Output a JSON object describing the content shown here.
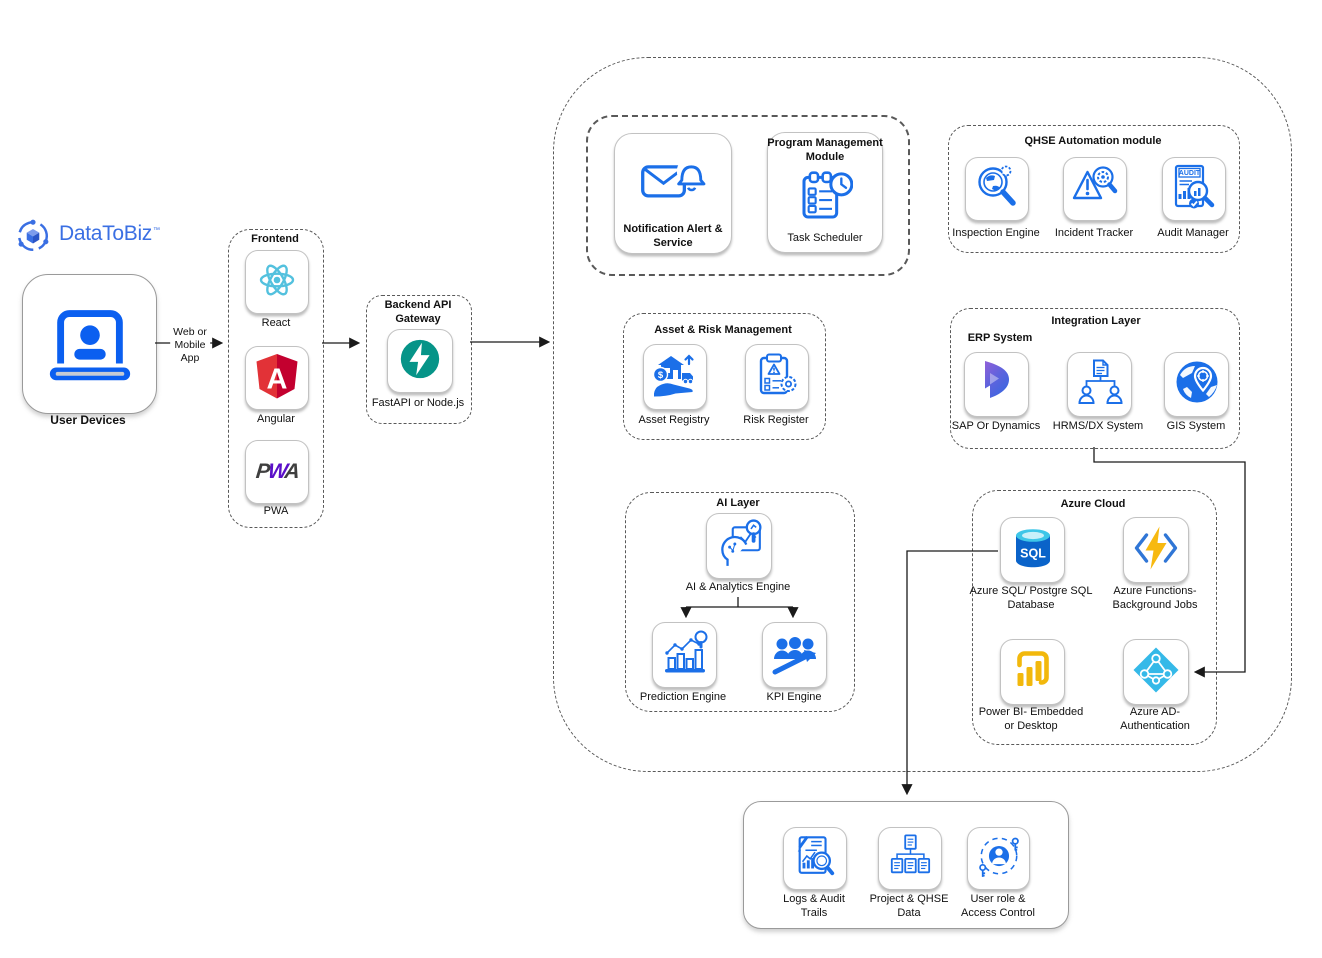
{
  "logo": {
    "brand": "DataToBiz",
    "tm": "™",
    "color": "#3a6fe3"
  },
  "user_devices": {
    "label": "User Devices",
    "icon": "laptop-user-icon",
    "color": "#0b5ff0"
  },
  "edges": {
    "user_to_frontend_label": "Web or\nMobile\nApp"
  },
  "frontend": {
    "title": "Frontend",
    "items": [
      {
        "label": "React",
        "icon": "react-icon",
        "color": "#53c1de"
      },
      {
        "label": "Angular",
        "icon": "angular-icon",
        "letter": "A",
        "color": "#dd1b16"
      },
      {
        "label": "PWA",
        "icon": "pwa-icon",
        "p": "P",
        "w": "W",
        "a": "A",
        "color": "#5a0fc8"
      }
    ]
  },
  "backend": {
    "title": "Backend API\nGateway",
    "caption": "FastAPI or Node.js",
    "icon": "lightning-bolt-icon",
    "color": "#069488"
  },
  "platform": {
    "notification": {
      "caption": "Notification Alert &\nService",
      "icon": "mail-bell-icon"
    },
    "program": {
      "title": "Program Management\nModule",
      "caption": "Task Scheduler",
      "icon": "task-scheduler-icon"
    },
    "qhse": {
      "title": "QHSE Automation module",
      "audit_icon_text": "AUDIT",
      "items": [
        {
          "label": "Inspection Engine",
          "icon": "globe-magnifier-icon"
        },
        {
          "label": "Incident Tracker",
          "icon": "warning-gear-magnifier-icon"
        },
        {
          "label": "Audit Manager",
          "icon": "audit-document-icon"
        }
      ]
    },
    "asset_risk": {
      "title": "Asset & Risk Management",
      "dollar_sign": "$",
      "items": [
        {
          "label": "Asset Registry",
          "icon": "hand-assets-icon"
        },
        {
          "label": "Risk Register",
          "icon": "risk-clipboard-icon"
        }
      ]
    },
    "integration": {
      "title": "Integration Layer",
      "subtitle": "ERP System",
      "items": [
        {
          "label": "SAP Or Dynamics",
          "icon": "dynamics365-icon"
        },
        {
          "label": "HRMS/DX System",
          "icon": "org-document-icon"
        },
        {
          "label": "GIS System",
          "icon": "globe-pin-icon"
        }
      ]
    },
    "ai": {
      "title": "AI Layer",
      "engine_label": "AI & Analytics Engine",
      "engine_icon": "head-analytics-icon",
      "items": [
        {
          "label": "Prediction Engine",
          "icon": "forecast-chart-icon"
        },
        {
          "label": "KPI Engine",
          "icon": "team-growth-icon"
        }
      ]
    },
    "azure": {
      "title": "Azure Cloud",
      "sql_icon_text": "SQL",
      "items": [
        {
          "label": "Azure SQL/ Postgre SQL\nDatabase",
          "icon": "sql-database-icon"
        },
        {
          "label": "Azure Functions-\nBackground Jobs",
          "icon": "azure-functions-icon"
        },
        {
          "label": "Power BI- Embedded\nor Desktop",
          "icon": "power-bi-icon"
        },
        {
          "label": "Azure AD-\nAuthentication",
          "icon": "azure-ad-icon"
        }
      ]
    }
  },
  "datastore": {
    "items": [
      {
        "label": "Logs & Audit\nTrails",
        "icon": "logs-audit-icon"
      },
      {
        "label": "Project & QHSE\nData",
        "icon": "document-tree-icon"
      },
      {
        "label": "User role &\nAccess Control",
        "icon": "user-access-icon"
      }
    ]
  },
  "colors": {
    "icon_blue": "#1b6fe8",
    "laptop_blue": "#0b5ff0",
    "react_cyan": "#53c1de",
    "angular_red": "#dd1b16",
    "pwa_purple": "#5a0fc8",
    "fastapi_teal": "#069488",
    "sql_body": "#0a63c9",
    "sql_top": "#3ec6e8",
    "functions_yellow": "#f7b910",
    "functions_bracket_blue": "#3076d6",
    "powerbi_yellow": "#f2b80c",
    "azure_ad_cyan": "#35b9e8",
    "logo_blue": "#3a6fe3",
    "arrow_black": "#1a1a1a"
  }
}
